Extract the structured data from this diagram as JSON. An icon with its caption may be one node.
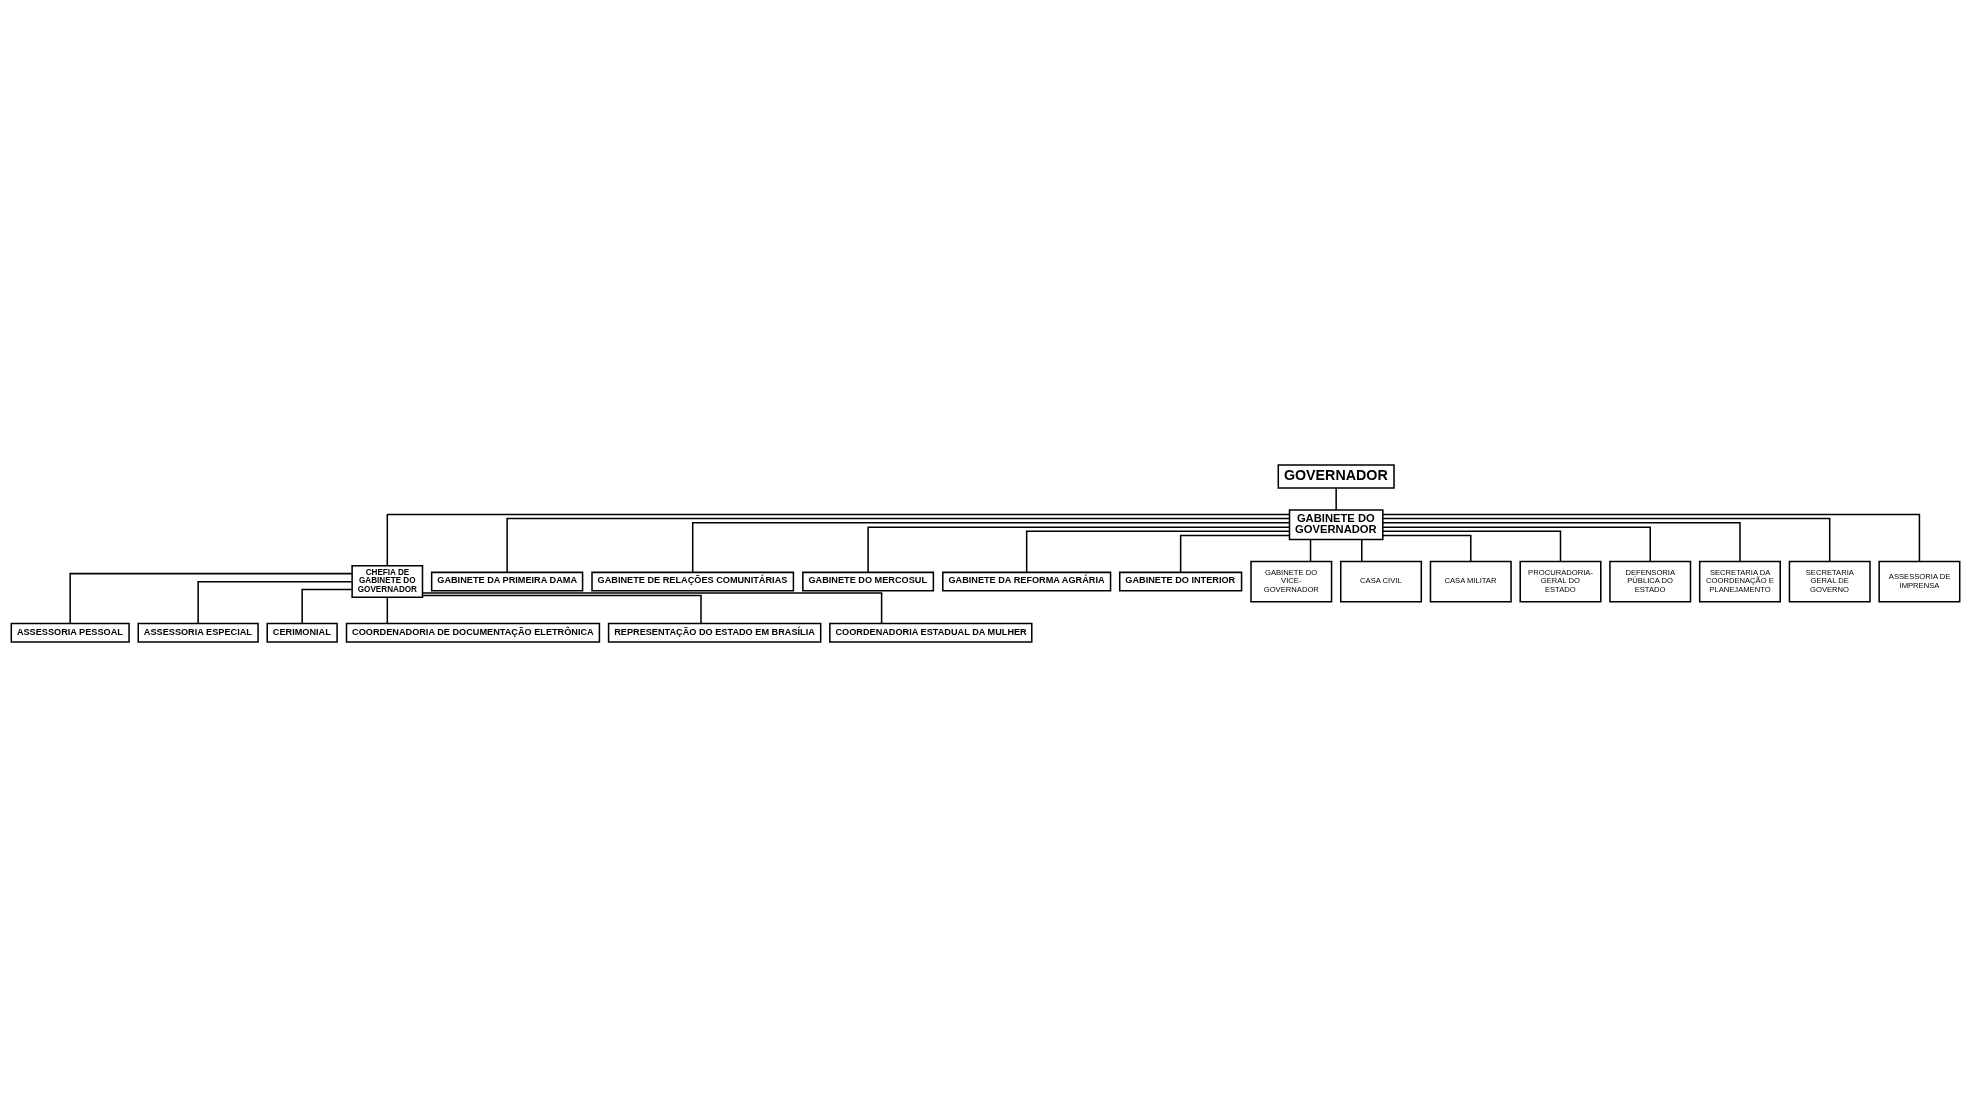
{
  "diagram": {
    "nodes": [
      {
        "text": [
          "GOVERNADOR"
        ]
      },
      {
        "text": [
          "GABINETE DO GOVERNADOR"
        ]
      },
      {
        "text": [
          "CHEFIA DE GABINETE DO GOVERNADOR"
        ]
      },
      {
        "text": [
          "ASSESSORIA PESSOAL"
        ]
      },
      {
        "text": [
          "ASSESSORIA ESPECIAL"
        ]
      },
      {
        "text": [
          "CERIMONIAL"
        ]
      },
      {
        "text": [
          "COORDENADORIA DE DOCUMENTAÇÃO ELETRÔNICA"
        ]
      },
      {
        "text": [
          "REPRESENTAÇÃO DO ESTADO EM BRASÍLIA"
        ]
      },
      {
        "text": [
          "COORDENADORIA ESTADUAL DA MULHER"
        ]
      },
      {
        "text": [
          "GABINETE DA PRIMEIRA DAMA"
        ]
      },
      {
        "text": [
          "GABINETE DE RELAÇÕES COMUNITÁRIAS"
        ]
      },
      {
        "text": [
          "GABINETE DO MERCOSUL"
        ]
      },
      {
        "text": [
          "GABINETE DA REFORMA AGRÁRIA"
        ]
      },
      {
        "text": [
          "GABINETE DO INTERIOR"
        ]
      },
      {
        "text": [
          "GABINETE DO VICE- GOVERNADOR"
        ]
      },
      {
        "text": [
          "CASA CIVIL"
        ]
      },
      {
        "text": [
          "CASA MILITAR"
        ]
      },
      {
        "text": [
          "PROCURADORIA- GERAL DO ESTADO"
        ]
      },
      {
        "text": [
          "DEFENSORIA PÚBLICA DO ESTADO"
        ]
      },
      {
        "text": [
          "SECRETARIA DA COORDENAÇÃO E PLANEJAMENTO"
        ]
      },
      {
        "text": [
          "SECRETARIA GERAL DE GOVERNO"
        ]
      },
      {
        "text": [
          "ASSESSORIA DE IMPRENSA"
        ]
      }
    ],
    "edges": [
      {
        "from": 0,
        "to": 1,
        "arrow": "none"
      },
      {
        "from": 1,
        "to": 2,
        "arrow": "none"
      },
      {
        "from": 2,
        "to": 3,
        "arrow": "none"
      },
      {
        "from": 2,
        "to": 4,
        "arrow": "none"
      },
      {
        "from": 2,
        "to": 5,
        "arrow": "none"
      },
      {
        "from": 2,
        "to": 6,
        "arrow": "none"
      },
      {
        "from": 2,
        "to": 7,
        "arrow": "none"
      },
      {
        "from": 2,
        "to": 8,
        "arrow": "none"
      },
      {
        "from": 1,
        "to": 9,
        "arrow": "none"
      },
      {
        "from": 1,
        "to": 10,
        "arrow": "none"
      },
      {
        "from": 1,
        "to": 11,
        "arrow": "none"
      },
      {
        "from": 1,
        "to": 12,
        "arrow": "none"
      },
      {
        "from": 1,
        "to": 13,
        "arrow": "none"
      },
      {
        "from": 1,
        "to": 14,
        "arrow": "none"
      },
      {
        "from": 1,
        "to": 15,
        "arrow": "none"
      },
      {
        "from": 1,
        "to": 16,
        "arrow": "none"
      },
      {
        "from": 1,
        "to": 17,
        "arrow": "none"
      },
      {
        "from": 1,
        "to": 18,
        "arrow": "none"
      },
      {
        "from": 1,
        "to": 19,
        "arrow": "none"
      },
      {
        "from": 1,
        "to": 20,
        "arrow": "none"
      },
      {
        "from": 1,
        "to": 21,
        "arrow": "none"
      }
    ]
  }
}
